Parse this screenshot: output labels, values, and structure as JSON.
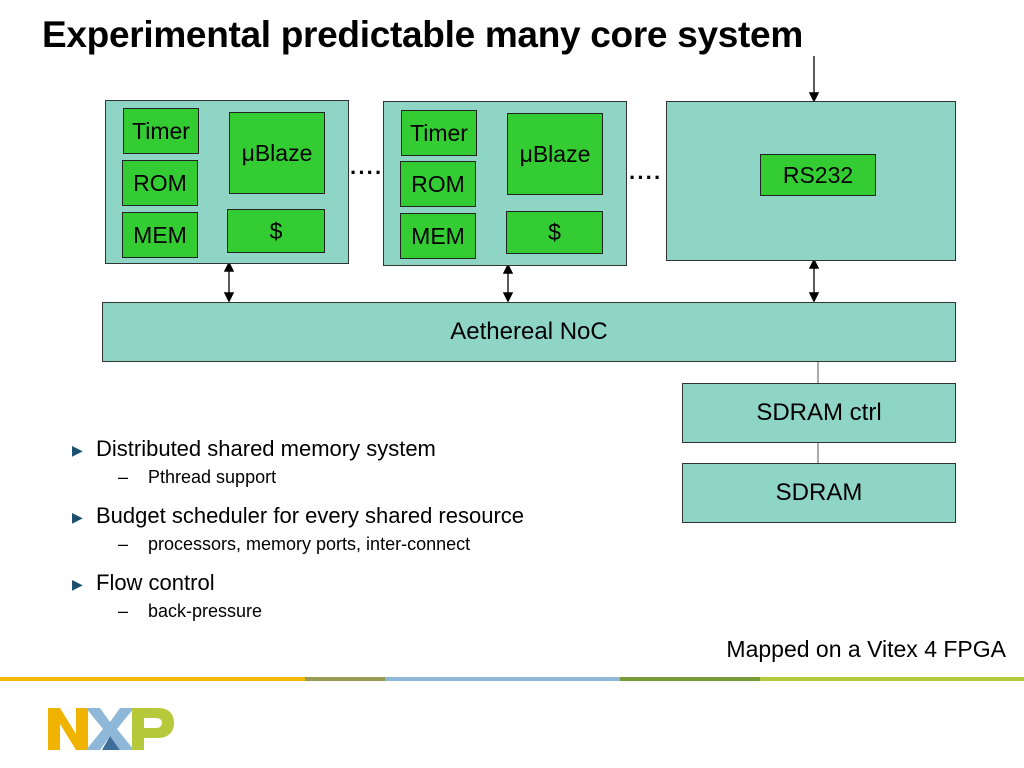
{
  "title": "Experimental predictable many core system",
  "tiles": [
    {
      "timer": "Timer",
      "cpu": "μBlaze",
      "rom": "ROM",
      "cache": "$",
      "mem": "MEM"
    },
    {
      "timer": "Timer",
      "cpu": "μBlaze",
      "rom": "ROM",
      "cache": "$",
      "mem": "MEM"
    }
  ],
  "ellipsis": "····",
  "io_tile": {
    "rs232": "RS232"
  },
  "noc": "Aethereal NoC",
  "sdram_ctrl": "SDRAM ctrl",
  "sdram": "SDRAM",
  "bullets": [
    {
      "text": "Distributed shared memory system",
      "sub": "Pthread support"
    },
    {
      "text": "Budget scheduler for every shared resource",
      "sub": "processors, memory ports, inter-connect"
    },
    {
      "text": "Flow control",
      "sub": "back-pressure"
    }
  ],
  "bullet_marker": "▶",
  "sub_marker": "–",
  "mapped_note": "Mapped on a Vitex 4 FPGA",
  "colors": {
    "tile": "#8ed5c6",
    "component": "#33cc33",
    "logo_n": "#f0b400",
    "logo_x": "#8fb8d8",
    "logo_p": "#b5c93a"
  },
  "logo": {
    "letters": "NXP"
  }
}
